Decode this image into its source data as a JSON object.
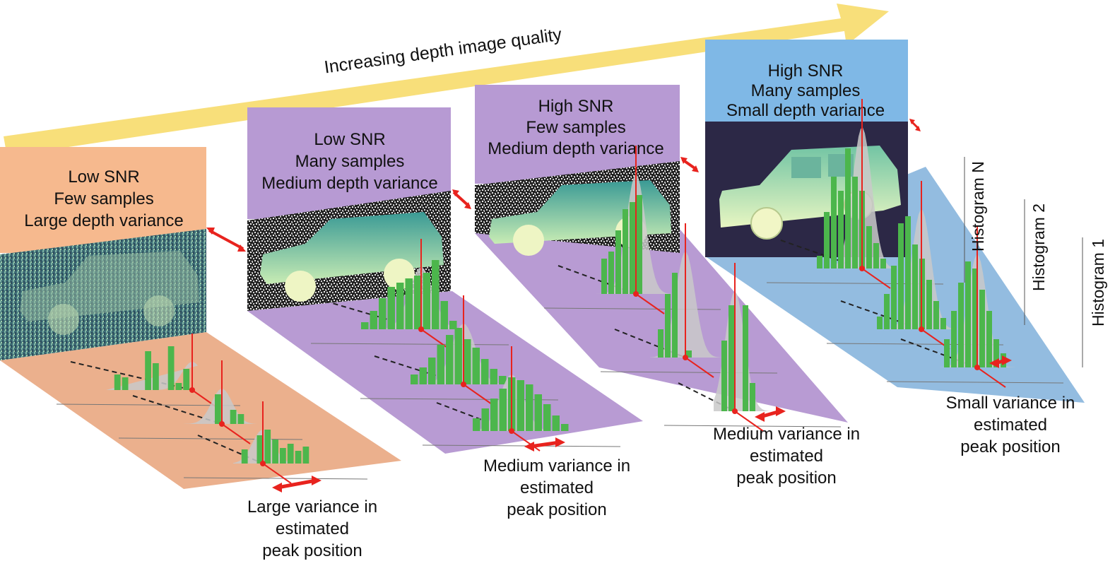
{
  "arrow": {
    "label": "Increasing depth image quality",
    "color": "#f8df7a"
  },
  "panels": [
    {
      "header_lines": [
        "Low SNR",
        "Few samples",
        "Large depth variance"
      ],
      "color": "#f6b98e",
      "floor_color": "#ebb08d",
      "caption_lines": [
        "Large variance in",
        "estimated",
        "peak position"
      ]
    },
    {
      "header_lines": [
        "Low SNR",
        "Many samples",
        "Medium depth variance"
      ],
      "color": "#b79ad3",
      "floor_color": "#b89bd3",
      "caption_lines": [
        "Medium variance in",
        "estimated",
        "peak position"
      ]
    },
    {
      "header_lines": [
        "High SNR",
        "Few samples",
        "Medium depth variance"
      ],
      "color": "#b79ad3",
      "floor_color": "#b89bd3",
      "caption_lines": [
        "Medium variance in",
        "estimated",
        "peak position"
      ]
    },
    {
      "header_lines": [
        "High SNR",
        "Many samples",
        "Small depth variance"
      ],
      "color": "#7fb8e6",
      "floor_color": "#93bce0",
      "caption_lines": [
        "Small variance in",
        "estimated",
        "peak position"
      ]
    }
  ],
  "histogram_labels": [
    "Histogram N",
    "Histogram 2",
    "Histogram 1"
  ],
  "colors": {
    "bars": "#4cb64c",
    "peak_line": "#e8231e",
    "gaussian": "#c9c9c9",
    "depth_bg_dark": "#2c2846"
  }
}
